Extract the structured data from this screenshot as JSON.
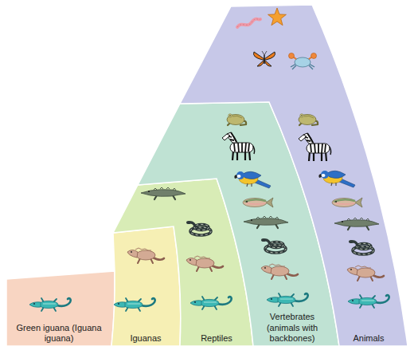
{
  "diagram": {
    "nodes": [
      {
        "text": [
          "Green iguana (Iguana iguana)"
        ]
      },
      {
        "text": [
          "Iguanas"
        ]
      },
      {
        "text": [
          "Reptiles"
        ]
      },
      {
        "text": [
          "Vertebrates (animals with backbones)"
        ]
      },
      {
        "text": [
          "Animals"
        ]
      }
    ]
  }
}
